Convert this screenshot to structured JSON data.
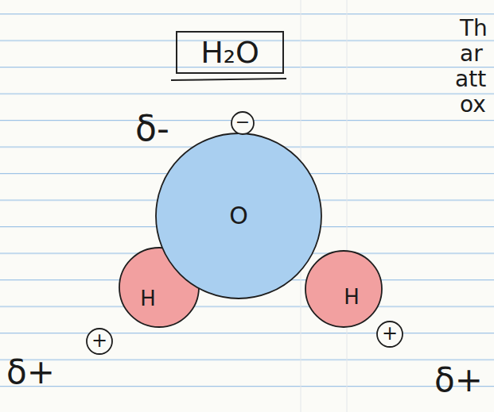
{
  "diagram": {
    "title": "H₂O",
    "nodes": [
      {
        "text": [
          "−"
        ]
      },
      {
        "text": [
          "O"
        ]
      },
      {
        "text": [
          "H"
        ]
      },
      {
        "text": [
          "H"
        ]
      },
      {
        "text": [
          "+"
        ]
      },
      {
        "text": [
          "+"
        ]
      }
    ],
    "labels": [
      "δ-",
      "δ+",
      "δ+",
      "Th",
      "ar",
      "att",
      "ox"
    ]
  }
}
